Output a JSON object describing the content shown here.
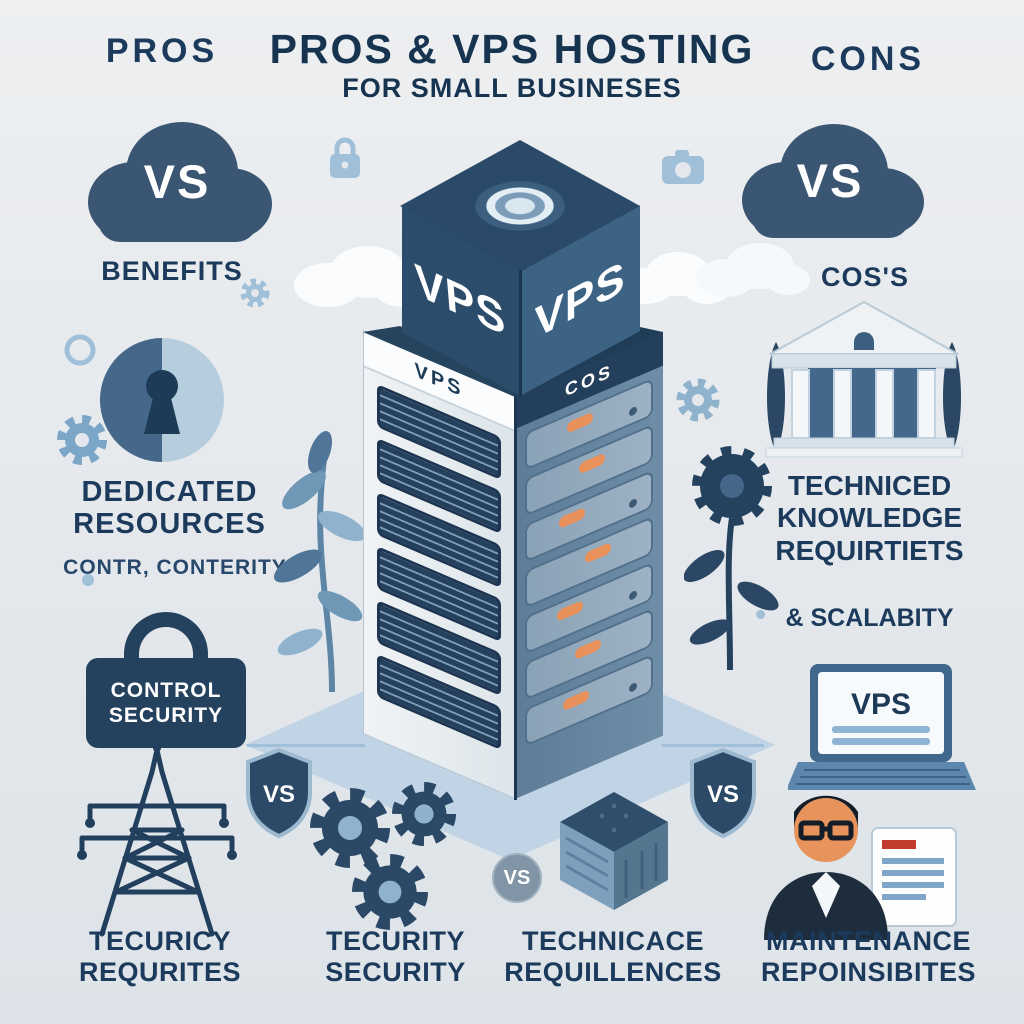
{
  "colors": {
    "navy": "#1b3a5c",
    "cloud_blue": "#3a5672",
    "accent_orange": "#e8915a",
    "light_blue": "#9fc0d8",
    "background": "#e4e8ec"
  },
  "header": {
    "title_line1": "PROS & VPS HOSTING",
    "title_line2": "FOR SMALL BUSINESES"
  },
  "top_left": {
    "label": "PROS",
    "cloud_vs": "VS",
    "caption": "BENEFITS"
  },
  "top_right": {
    "label": "CONS",
    "cloud_vs": "VS",
    "caption": "COS'S"
  },
  "tower": {
    "cube_left": "VPS",
    "cube_right": "VPS",
    "band_left": "VPS",
    "band_right": "COS"
  },
  "left_section": {
    "heading_line1": "DEDICATED",
    "heading_line2": "RESOURCES",
    "subheading": "CONTR, CONTERITY",
    "lock_line1": "CONTROL",
    "lock_line2": "SECURITY"
  },
  "right_section": {
    "heading_line1": "TECHNICED",
    "heading_line2": "KNOWLEDGE",
    "heading_line3": "REQUIRTIETS",
    "subheading": "& SCALABITY",
    "laptop_label": "VPS"
  },
  "badges": {
    "shield_left": "VS",
    "shield_right": "VS",
    "circle_center": "VS"
  },
  "bottom_captions": [
    {
      "line1": "TECURICY",
      "line2": "REQURITES"
    },
    {
      "line1": "TECURITY",
      "line2": "SECURITY"
    },
    {
      "line1": "TECHNICACE",
      "line2": "REQUILLENCES"
    },
    {
      "line1": "MAINTENANCE",
      "line2": "REPOINSIBITES"
    }
  ]
}
